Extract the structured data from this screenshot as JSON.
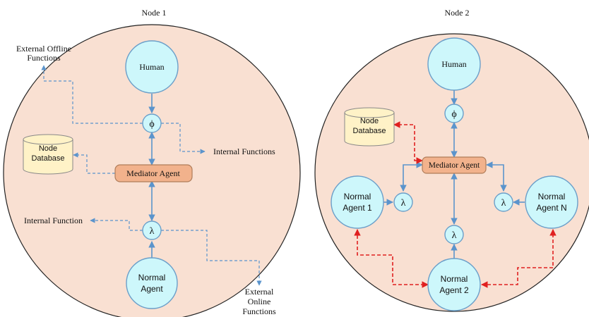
{
  "node1": {
    "title": "Node 1",
    "human": "Human",
    "phi": "ϕ",
    "lambda": "λ",
    "mediator": "Mediator Agent",
    "database": [
      "Node",
      "Database"
    ],
    "normal_agent": [
      "Normal",
      "Agent"
    ],
    "external_offline": [
      "External Offline",
      "Functions"
    ],
    "internal_functions": "Internal Functions",
    "internal_function": "Internal Function",
    "external_online": [
      "External",
      "Online",
      "Functions"
    ]
  },
  "node2": {
    "title": "Node 2",
    "human": "Human",
    "phi": "ϕ",
    "lambda": "λ",
    "mediator": "Mediator Agent",
    "database": [
      "Node",
      "Database"
    ],
    "agent1": [
      "Normal",
      "Agent 1"
    ],
    "agent2": [
      "Normal",
      "Agent 2"
    ],
    "agentN": [
      "Normal",
      "Agent N"
    ]
  },
  "colors": {
    "node_fill": "#f9e0d2",
    "circle_fill": "#cdf7fb",
    "circle_stroke": "#6b9fc9",
    "mediator_fill": "#f2b28c",
    "mediator_stroke": "#b07d5a",
    "db_fill": "#fff2c7",
    "blue_line": "#5b94cc",
    "red_line": "#e02020"
  }
}
